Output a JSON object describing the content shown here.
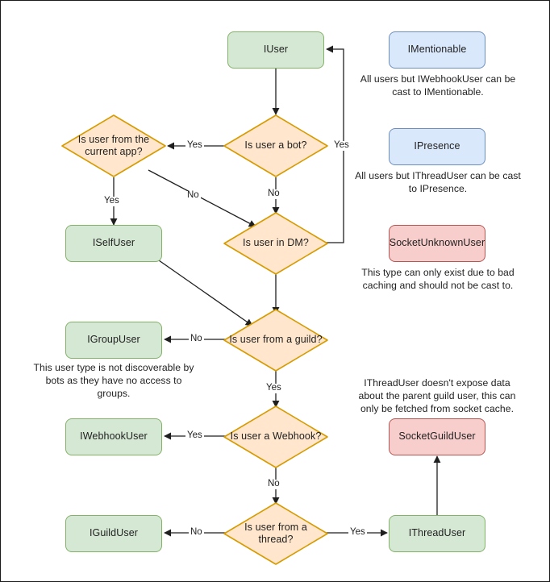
{
  "diagram": {
    "title": "Discord.Net user type resolution flowchart",
    "colors": {
      "green_fill": "#d5e8d4",
      "green_border": "#82b366",
      "blue_fill": "#dae8fc",
      "blue_border": "#6c8ebf",
      "red_fill": "#f8cecc",
      "red_border": "#b85450",
      "diamond_fill": "#ffe6cc",
      "diamond_border": "#d79b00",
      "edge_color": "#1f1f1f",
      "frame_border": "#1a1a1a"
    },
    "nodes": {
      "iuser": "IUser",
      "is_user_a_bot": "Is user a bot?",
      "is_user_from_current_app": "Is user from the current app?",
      "iselfuser": "ISelfUser",
      "is_user_in_dm": "Is user in DM?",
      "is_user_from_a_guild": "Is user from a guild?",
      "igroupuser": "IGroupUser",
      "is_user_a_webhook": "Is user a Webhook?",
      "iwebhookuser": "IWebhookUser",
      "is_user_from_a_thread": "Is user from a thread?",
      "iguilduser": "IGuildUser",
      "ithreaduser": "IThreadUser",
      "imentionable": "IMentionable",
      "ipresence": "IPresence",
      "socketunknownuser": "SocketUnknownUser",
      "socketguilduser": "SocketGuildUser"
    },
    "edge_labels": {
      "bot_yes": "Yes",
      "dm_yes": "Yes",
      "app_yes": "Yes",
      "app_no": "No",
      "bot_no": "No",
      "guild_no": "No",
      "guild_yes": "Yes",
      "webhook_yes": "Yes",
      "webhook_no": "No",
      "thread_no": "No",
      "thread_yes": "Yes"
    },
    "notes": {
      "imentionable": "All users but IWebhookUser can be cast to IMentionable.",
      "ipresence": "All users but IThreadUser can be cast to IPresence.",
      "socketunknownuser": "This type can only exist due to bad caching and should not be cast to.",
      "igroupuser": "This user type is not discoverable by bots as they have no access to groups.",
      "socketguilduser": "IThreadUser doesn't expose data about the parent guild user, this can only be fetched from socket cache."
    }
  }
}
